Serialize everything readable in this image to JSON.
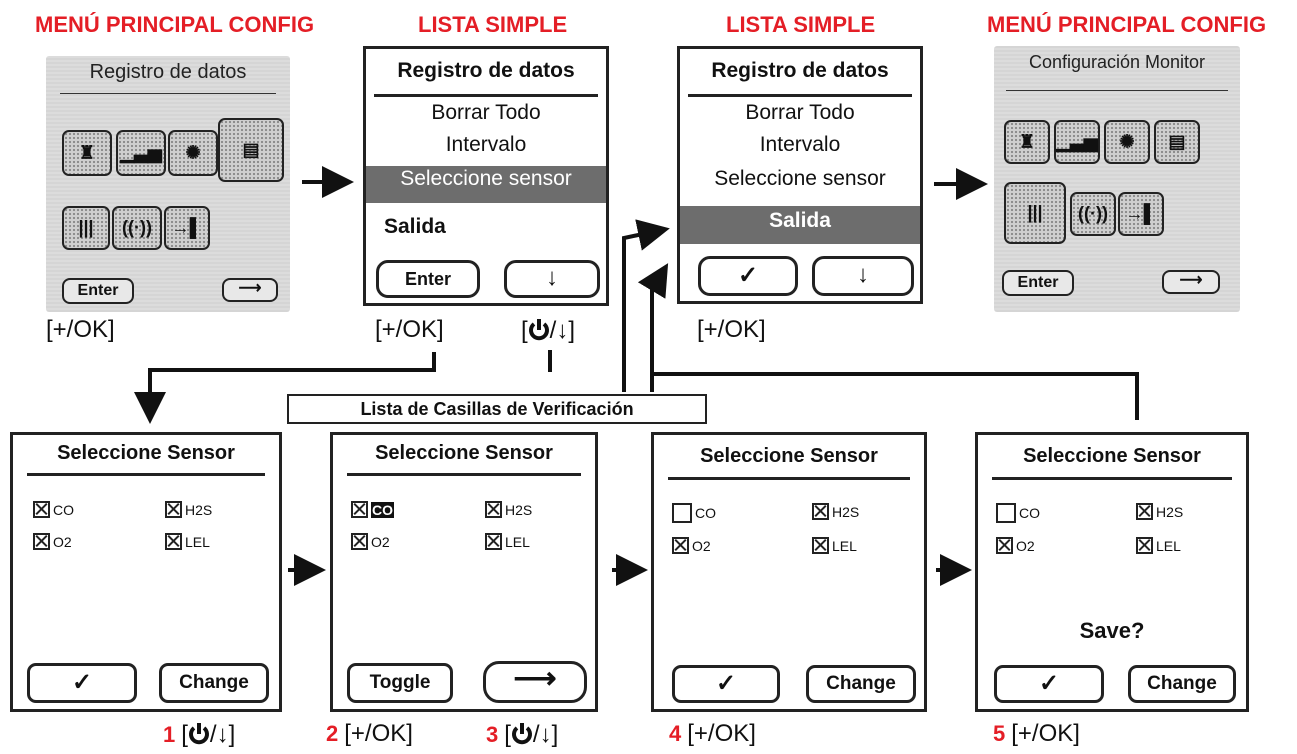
{
  "headings": {
    "h1": "MENÚ PRINCIPAL CONFIG",
    "h2": "LISTA SIMPLE",
    "h3": "LISTA SIMPLE",
    "h4": "MENÚ PRINCIPAL CONFIG"
  },
  "panel1": {
    "title": "Registro de datos",
    "enter": "Enter",
    "arrow": "⟶"
  },
  "list1": {
    "title": "Registro de datos",
    "items": [
      "Borrar Todo",
      "Intervalo",
      "Seleccione sensor",
      "Salida"
    ],
    "enter": "Enter",
    "down": "↓"
  },
  "list2": {
    "title": "Registro de datos",
    "items": [
      "Borrar Todo",
      "Intervalo",
      "Seleccione sensor",
      "Salida"
    ],
    "check": "✓",
    "down": "↓"
  },
  "panel2": {
    "title": "Configuración Monitor",
    "enter": "Enter",
    "arrow": "⟶"
  },
  "labels": {
    "ok1": "[+/OK]",
    "ok2": "[+/OK]",
    "pw1": "[",
    "pw1b": "/↓]",
    "ok3": "[+/OK]",
    "checklist": "Lista de Casillas de Verificación",
    "s1num": "1",
    "s1text": "/↓]",
    "s2num": "2",
    "s2text": "[+/OK]",
    "s3num": "3",
    "s3text": "/↓]",
    "s4num": "4",
    "s4text": "[+/OK]",
    "s5num": "5",
    "s5text": "[+/OK]"
  },
  "sensors": {
    "title": "Seleccione Sensor",
    "co": "CO",
    "h2s": "H2S",
    "o2": "O2",
    "lel": "LEL",
    "check": "✓",
    "change": "Change",
    "toggle": "Toggle",
    "next": "⟶",
    "save": "Save?"
  }
}
